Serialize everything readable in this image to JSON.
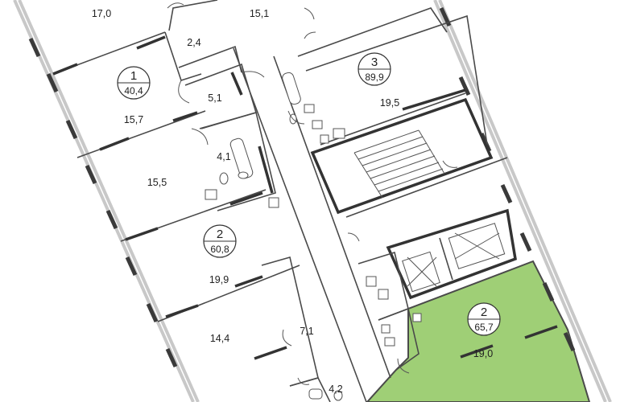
{
  "colors": {
    "wall": "#3a3a3a",
    "window": "#c8c8c8",
    "highlight": "#9fcf76",
    "line": "#555555"
  },
  "apartments": [
    {
      "number": "1",
      "area": "40,4"
    },
    {
      "number": "2",
      "area": "60,8"
    },
    {
      "number": "3",
      "area": "89,9"
    },
    {
      "number": "2",
      "area": "65,7",
      "highlighted": true
    }
  ],
  "rooms": [
    "17,0",
    "15,1",
    "2,4",
    "5,1",
    "15,7",
    "4,1",
    "15,5",
    "19,9",
    "14,4",
    "7,1",
    "4,2",
    "19,5",
    "19,0"
  ],
  "icons": [
    "toilet-icon",
    "bathtub-icon",
    "sink-icon",
    "stair-icon",
    "elevator-icon"
  ]
}
